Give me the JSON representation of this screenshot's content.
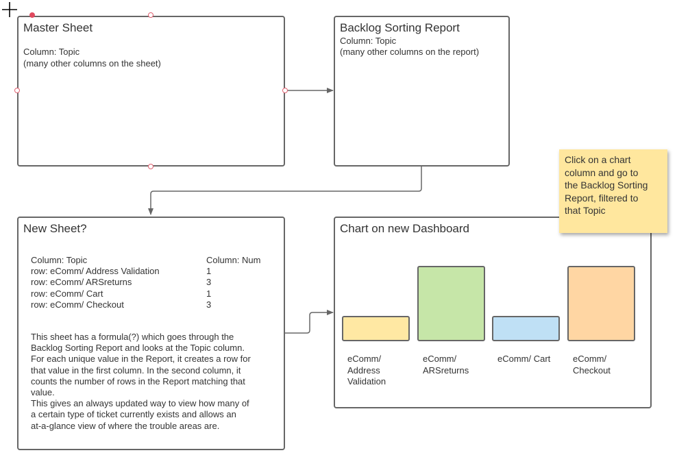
{
  "master_sheet": {
    "title": "Master Sheet",
    "line1": "Column: Topic",
    "line2": "(many other columns on the sheet)"
  },
  "backlog_report": {
    "title": "Backlog Sorting Report",
    "line1": "Column: Topic",
    "line2": "(many other columns on the report)"
  },
  "new_sheet": {
    "title": "New Sheet?",
    "table": {
      "headers": [
        "Column: Topic",
        "Column: Num"
      ],
      "rows": [
        [
          "row: eComm/ Address Validation",
          "1"
        ],
        [
          "row: eComm/ ARSreturns",
          "3"
        ],
        [
          "row: eComm/ Cart",
          "1"
        ],
        [
          "row: eComm/ Checkout",
          "3"
        ]
      ]
    },
    "description": "This sheet has a formula(?) which goes through the\nBacklog Sorting Report and looks at the Topic column.\nFor each unique value in the Report, it creates a row for\nthat value in the first column. In the second column, it\ncounts the number of rows in the Report matching that\nvalue.\nThis gives an always updated way to view how many of\na certain type of ticket currently exists and allows an\nat-a-glance view of where the trouble areas are."
  },
  "dashboard_chart": {
    "title": "Chart on new Dashboard"
  },
  "sticky_note": {
    "text": "Click on a chart\ncolumn and go to\nthe Backlog Sorting\nReport, filtered to\nthat Topic"
  },
  "chart_data": {
    "type": "bar",
    "title": "Chart on new Dashboard",
    "categories": [
      "eComm/\nAddress\nValidation",
      "eComm/\nARSreturns",
      "eComm/ Cart",
      "eComm/\nCheckout"
    ],
    "values": [
      1,
      3,
      1,
      3
    ],
    "colors": [
      "#ffe8a3",
      "#c6e6a8",
      "#bfe0f5",
      "#ffd6a3"
    ],
    "xlabel": "",
    "ylabel": "",
    "ylim": [
      0,
      3
    ],
    "grid": false
  },
  "colors": {
    "border": "#666666",
    "connector": "#666666",
    "note": "#ffe79e",
    "selection_handle": "#e04a5f"
  }
}
